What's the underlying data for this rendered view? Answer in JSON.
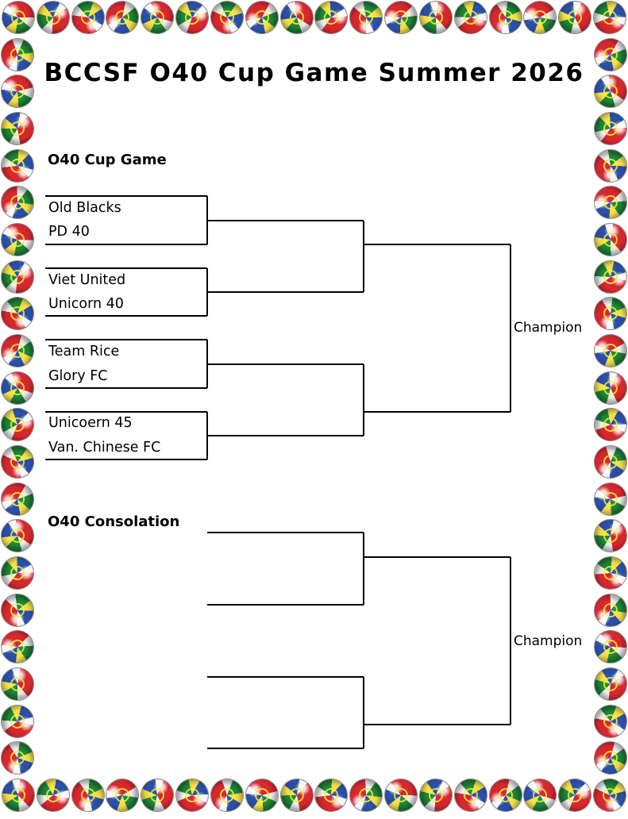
{
  "title": "BCCSF O40 Cup Game Summer 2026",
  "cup": {
    "heading": "O40 Cup Game",
    "champion_label": "Champion",
    "matches": [
      {
        "team_a": "Old Blacks",
        "team_b": "PD 40"
      },
      {
        "team_a": "Viet United",
        "team_b": "Unicorn 40"
      },
      {
        "team_a": "Team Rice",
        "team_b": "Glory FC"
      },
      {
        "team_a": "Unicoern 45",
        "team_b": "Van. Chinese FC"
      }
    ]
  },
  "consolation": {
    "heading": "O40 Consolation",
    "champion_label": "Champion"
  },
  "colors": {
    "border_ball_primary": "#d7282f",
    "border_ball_secondary": "#1f8a3b",
    "border_ball_accent": "#f4e04d",
    "border_ball_blue": "#2b4fa8",
    "lines": "#000000"
  }
}
